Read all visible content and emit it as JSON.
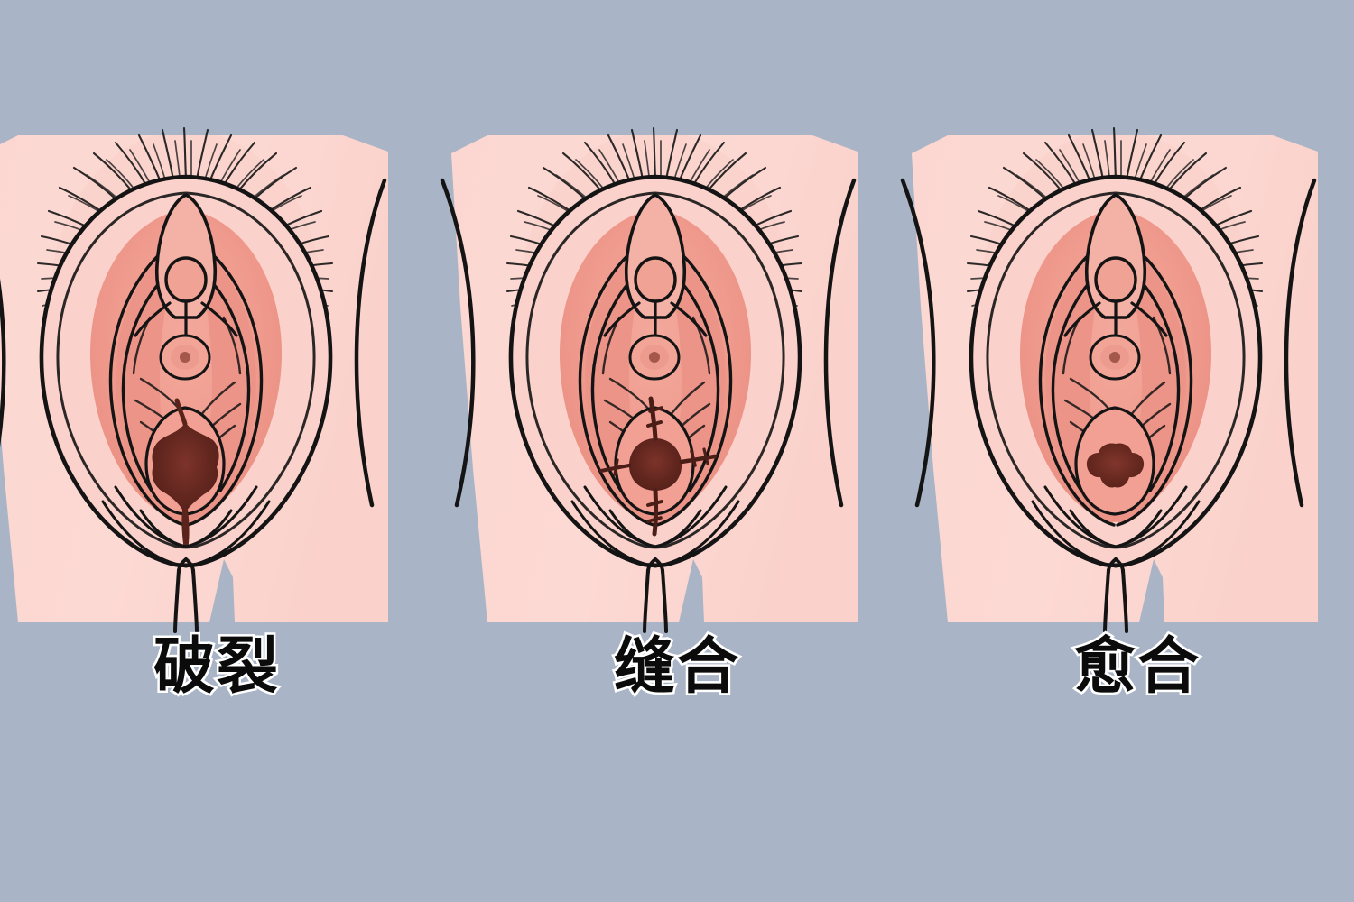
{
  "figure": {
    "title": "",
    "background_color": "#a9b4c6",
    "panel_count": 3
  },
  "colors": {
    "background": "#a9b4c6",
    "skin": "#fcd7d1",
    "skin_shadow": "#f6c3bd",
    "inner_tissue": "#ef9c90",
    "inner_tissue_dark": "#e2857a",
    "inner_tissue_light": "#f6bdb2",
    "opening_dark": "#5e241d",
    "opening_mid": "#7a3129",
    "outline": "#141414",
    "label_text": "#0b0b0b",
    "label_stroke": "#ffffff"
  },
  "panels": [
    {
      "id": "panel-rupture",
      "label": "破裂",
      "stage": "rupture",
      "opening_size": "large",
      "sutures_visible": false,
      "opening_rx": 36,
      "opening_ry": 42
    },
    {
      "id": "panel-suture",
      "label": "缝合",
      "stage": "suture",
      "opening_size": "medium",
      "sutures_visible": true,
      "opening_rx": 26,
      "opening_ry": 28
    },
    {
      "id": "panel-healed",
      "label": "愈合",
      "stage": "healed",
      "opening_size": "small",
      "sutures_visible": false,
      "opening_rx": 20,
      "opening_ry": 22
    }
  ],
  "labels": {
    "panel_1": "破裂",
    "panel_2": "缝合",
    "panel_3": "愈合"
  }
}
